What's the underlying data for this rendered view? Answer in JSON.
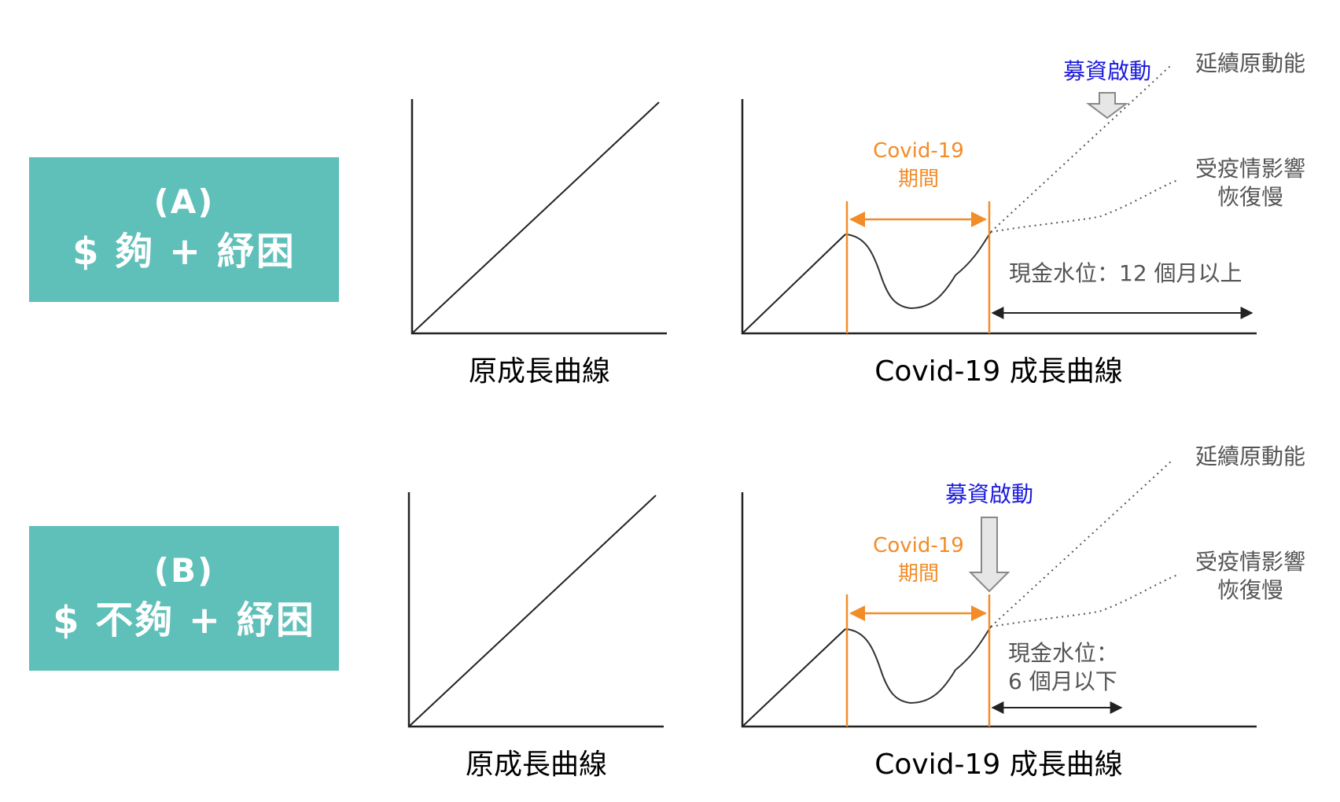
{
  "scenario_a": {
    "label_line1": "(A)",
    "label_line2": "$ 夠 + 紓困",
    "original_caption": "原成長曲線",
    "covid_caption": "Covid-19 成長曲線",
    "covid_period_line1": "Covid-19",
    "covid_period_line2": "期間",
    "fundraise_label": "募資啟動",
    "momentum_label": "延續原動能",
    "slow_line1": "受疫情影響",
    "slow_line2": "恢復慢",
    "cash_line1": "現金水位：12 個月以上",
    "cash_line2": ""
  },
  "scenario_b": {
    "label_line1": "(B)",
    "label_line2": "$ 不夠 + 紓困",
    "original_caption": "原成長曲線",
    "covid_caption": "Covid-19 成長曲線",
    "covid_period_line1": "Covid-19",
    "covid_period_line2": "期間",
    "fundraise_label": "募資啟動",
    "momentum_label": "延續原動能",
    "slow_line1": "受疫情影響",
    "slow_line2": "恢復慢",
    "cash_line1": "現金水位：",
    "cash_line2": "6 個月以下"
  },
  "colors": {
    "label_box": "#5fbfb9",
    "covid_period": "#f28c28",
    "fundraise": "#1a1adb",
    "annotation": "#555555",
    "arrow_fill": "#e6e6e6",
    "arrow_stroke": "#888888"
  }
}
